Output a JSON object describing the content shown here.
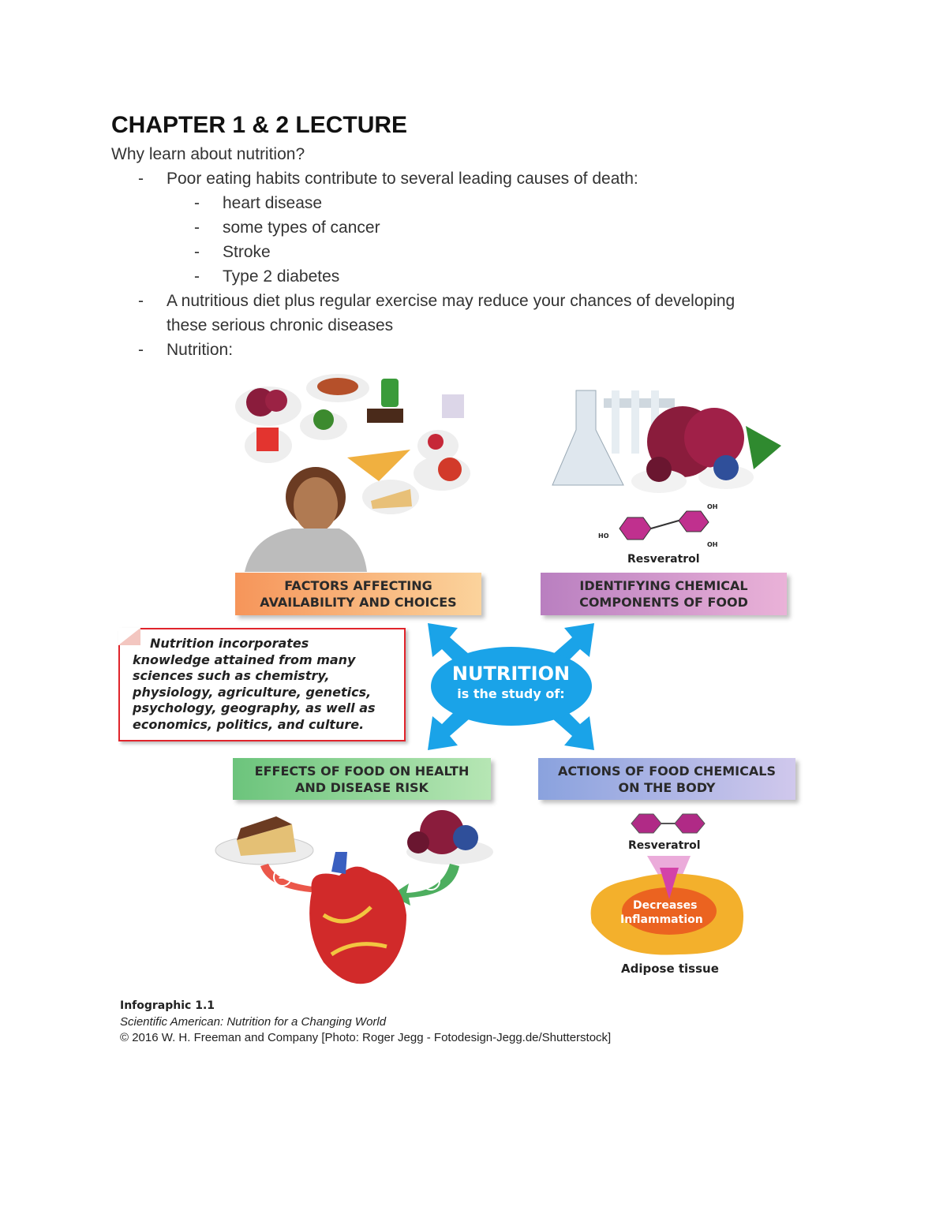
{
  "title": "CHAPTER 1 & 2 LECTURE",
  "intro": "Why learn about nutrition?",
  "bullets": [
    {
      "text": "Poor eating habits contribute to several leading causes of death:",
      "sub": [
        "heart disease",
        "some types of cancer",
        "Stroke",
        "Type 2 diabetes"
      ]
    },
    {
      "text": "A nutritious diet plus regular exercise may reduce your chances of developing",
      "cont": "these serious chronic diseases"
    },
    {
      "text": "Nutrition:"
    }
  ],
  "dash": "-",
  "infographic": {
    "factors": [
      "FACTORS AFFECTING",
      "AVAILABILITY AND CHOICES"
    ],
    "identifying": [
      "IDENTIFYING CHEMICAL",
      "COMPONENTS OF FOOD"
    ],
    "effects": [
      "EFFECTS OF FOOD ON HEALTH",
      "AND DISEASE RISK"
    ],
    "actions": [
      "ACTIONS OF FOOD CHEMICALS",
      "ON THE BODY"
    ],
    "center_title": "NUTRITION",
    "center_sub": "is the study of:",
    "note": [
      "Nutrition incorporates",
      "knowledge attained from many",
      "sciences such as chemistry,",
      "physiology, agriculture, genetics,",
      "psychology, geography, as well as",
      "economics, politics, and culture."
    ],
    "resveratrol_top": "Resveratrol",
    "ho": "HO",
    "oh1": "OH",
    "oh2": "OH",
    "resveratrol_bottom": "Resveratrol",
    "decreases": "Decreases",
    "inflammation": "Inflammation",
    "adipose": "Adipose tissue",
    "minus": "−",
    "plus": "+",
    "colors": {
      "factors": "#f7a35a",
      "identifying": "#c58cc9",
      "effects": "#7fcf8a",
      "actions": "#8fa6de",
      "center": "#1aa3e8",
      "note_border": "#e0242b"
    }
  },
  "caption": {
    "label": "Infographic 1.1",
    "source": "Scientific American: Nutrition for a Changing World",
    "copyright": "© 2016 W. H. Freeman and Company [Photo: Roger Jegg - Fotodesign-Jegg.de/Shutterstock]"
  }
}
